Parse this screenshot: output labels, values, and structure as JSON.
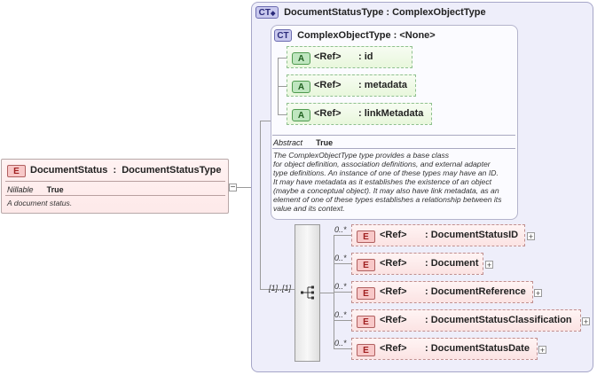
{
  "root": {
    "badge": "E",
    "name": "DocumentStatus",
    "type_sep": ":",
    "type": "DocumentStatusType",
    "nillable_key": "Nillable",
    "nillable_val": "True",
    "doc": "A document status."
  },
  "complex_type": {
    "badge": "CT",
    "title": "DocumentStatusType : ComplexObjectType",
    "base": {
      "badge": "CT",
      "title": "ComplexObjectType : <None>",
      "attributes": [
        {
          "badge": "A",
          "ref": "<Ref>",
          "name": ": id"
        },
        {
          "badge": "A",
          "ref": "<Ref>",
          "name": ": metadata"
        },
        {
          "badge": "A",
          "ref": "<Ref>",
          "name": ": linkMetadata"
        }
      ],
      "abstract_key": "Abstract",
      "abstract_val": "True",
      "doc_lines": [
        "The ComplexObjectType type provides a base class",
        "for object definition, association definitions, and external adapter",
        "type definitions. An instance of one of these types may have an ID.",
        "It may have metadata as it establishes the existence of an object",
        "(maybe a conceptual object). It may also have link metadata, as an",
        "element of one of these types establishes a relationship between its",
        "value and its context."
      ]
    },
    "sequence_cardinality": "[1]..[1]",
    "children": [
      {
        "card": "0..*",
        "badge": "E",
        "ref": "<Ref>",
        "name": ": DocumentStatusID"
      },
      {
        "card": "0..*",
        "badge": "E",
        "ref": "<Ref>",
        "name": ": Document"
      },
      {
        "card": "0..*",
        "badge": "E",
        "ref": "<Ref>",
        "name": ": DocumentReference"
      },
      {
        "card": "0..*",
        "badge": "E",
        "ref": "<Ref>",
        "name": ": DocumentStatusClassification"
      },
      {
        "card": "0..*",
        "badge": "E",
        "ref": "<Ref>",
        "name": ": DocumentStatusDate"
      }
    ],
    "expand_symbol": "+",
    "collapse_symbol": "−"
  }
}
